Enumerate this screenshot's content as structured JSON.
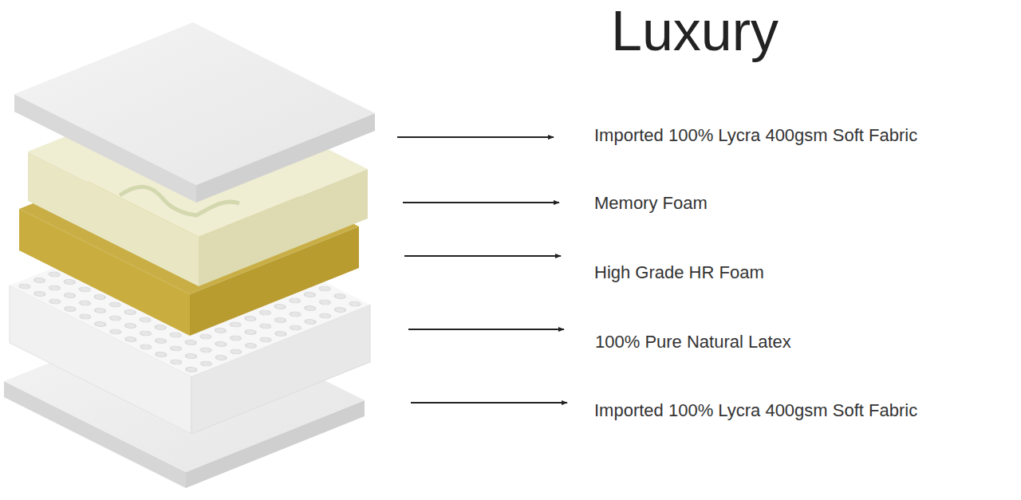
{
  "diagram": {
    "title": "Luxury",
    "labels": [
      "Imported 100% Lycra 400gsm Soft Fabric",
      "Memory Foam",
      "High Grade HR Foam",
      "100% Pure Natural Latex",
      "Imported 100% Lycra 400gsm Soft Fabric"
    ]
  }
}
